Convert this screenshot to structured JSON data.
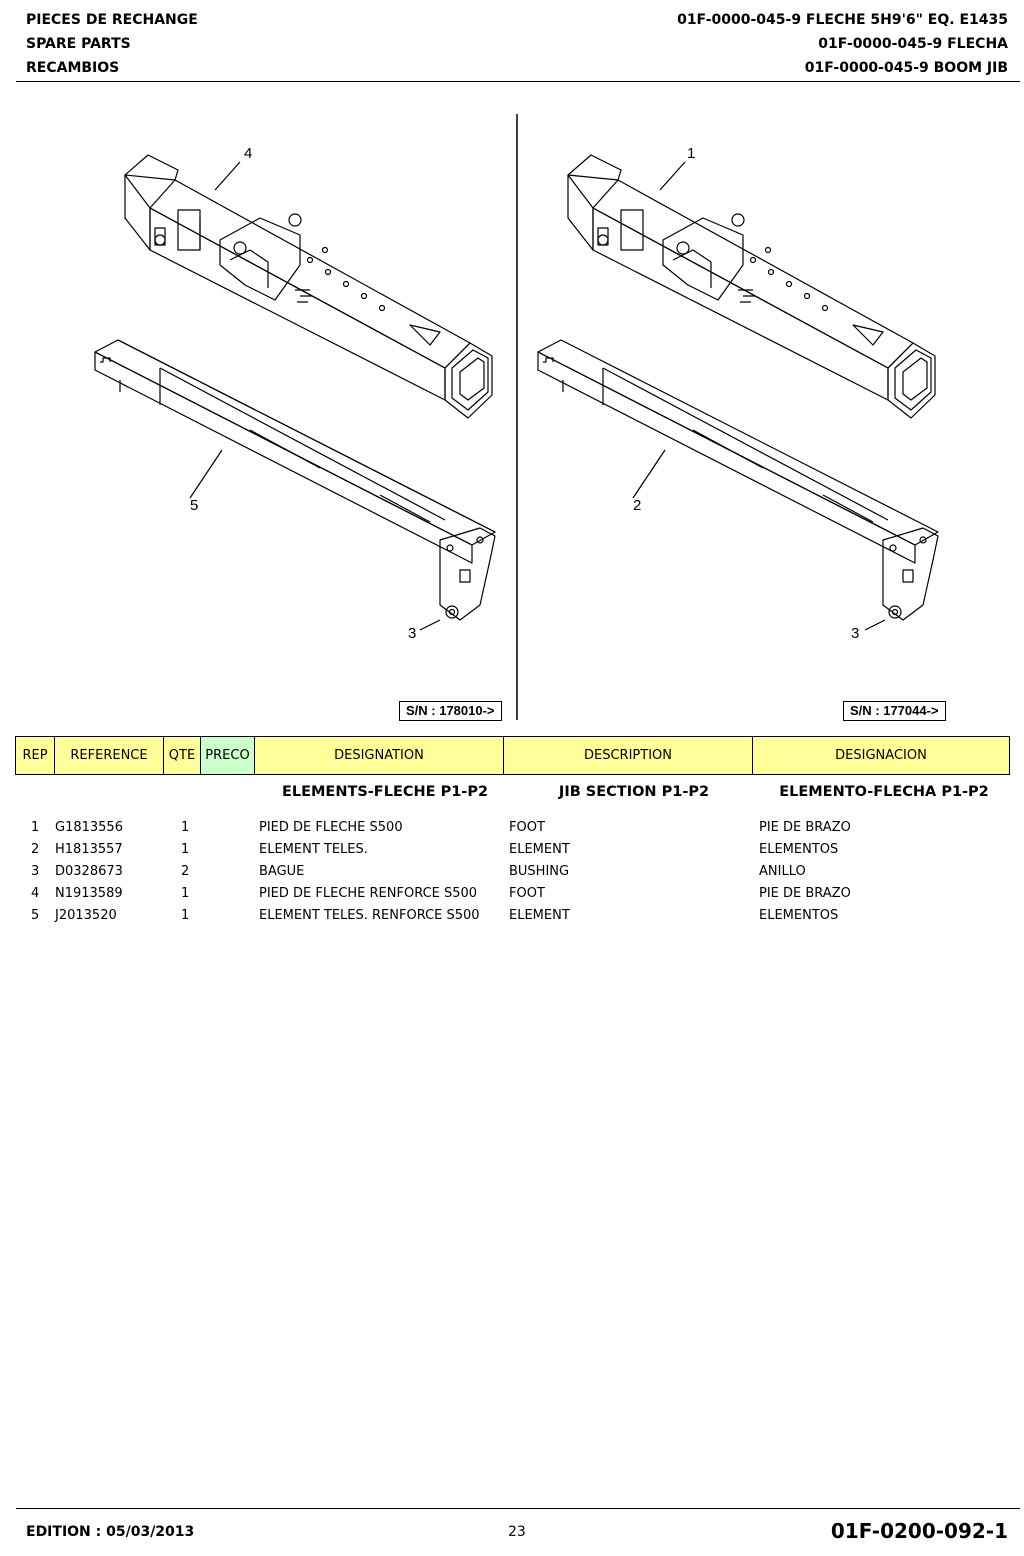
{
  "header": {
    "left": [
      "PIECES DE RECHANGE",
      "SPARE PARTS",
      "RECAMBIOS"
    ],
    "right": [
      "01F-0000-045-9 FLECHE 5H9'6\" EQ. E1435",
      "01F-0000-045-9 FLECHA",
      "01F-0000-045-9 BOOM JIB"
    ]
  },
  "drawings": {
    "left": {
      "labels": [
        "4",
        "5",
        "3"
      ],
      "serial": "S/N : 178010->"
    },
    "right": {
      "labels": [
        "1",
        "2",
        "3"
      ],
      "serial": "S/N : 177044->"
    }
  },
  "table": {
    "columns": [
      "REP",
      "REFERENCE",
      "QTE",
      "PRECO",
      "DESIGNATION",
      "DESCRIPTION",
      "DESIGNACION"
    ],
    "section": [
      "ELEMENTS-FLECHE P1-P2",
      "JIB SECTION P1-P2",
      "ELEMENTO-FLECHA P1-P2"
    ],
    "rows": [
      {
        "rep": "1",
        "ref": "G1813556",
        "qte": "1",
        "preco": "",
        "designation": "PIED DE FLECHE S500",
        "description": "FOOT",
        "designacion": "PIE DE BRAZO"
      },
      {
        "rep": "2",
        "ref": "H1813557",
        "qte": "1",
        "preco": "",
        "designation": "ELEMENT TELES.",
        "description": "ELEMENT",
        "designacion": "ELEMENTOS"
      },
      {
        "rep": "3",
        "ref": "D0328673",
        "qte": "2",
        "preco": "",
        "designation": "BAGUE",
        "description": "BUSHING",
        "designacion": "ANILLO"
      },
      {
        "rep": "4",
        "ref": "N1913589",
        "qte": "1",
        "preco": "",
        "designation": "PIED DE FLECHE RENFORCE S500",
        "description": "FOOT",
        "designacion": "PIE DE BRAZO"
      },
      {
        "rep": "5",
        "ref": "J2013520",
        "qte": "1",
        "preco": "",
        "designation": "ELEMENT TELES. RENFORCE S500",
        "description": "ELEMENT",
        "designacion": "ELEMENTOS"
      }
    ]
  },
  "footer": {
    "edition": "EDITION : 05/03/2013",
    "page": "23",
    "code": "01F-0200-092-1"
  }
}
